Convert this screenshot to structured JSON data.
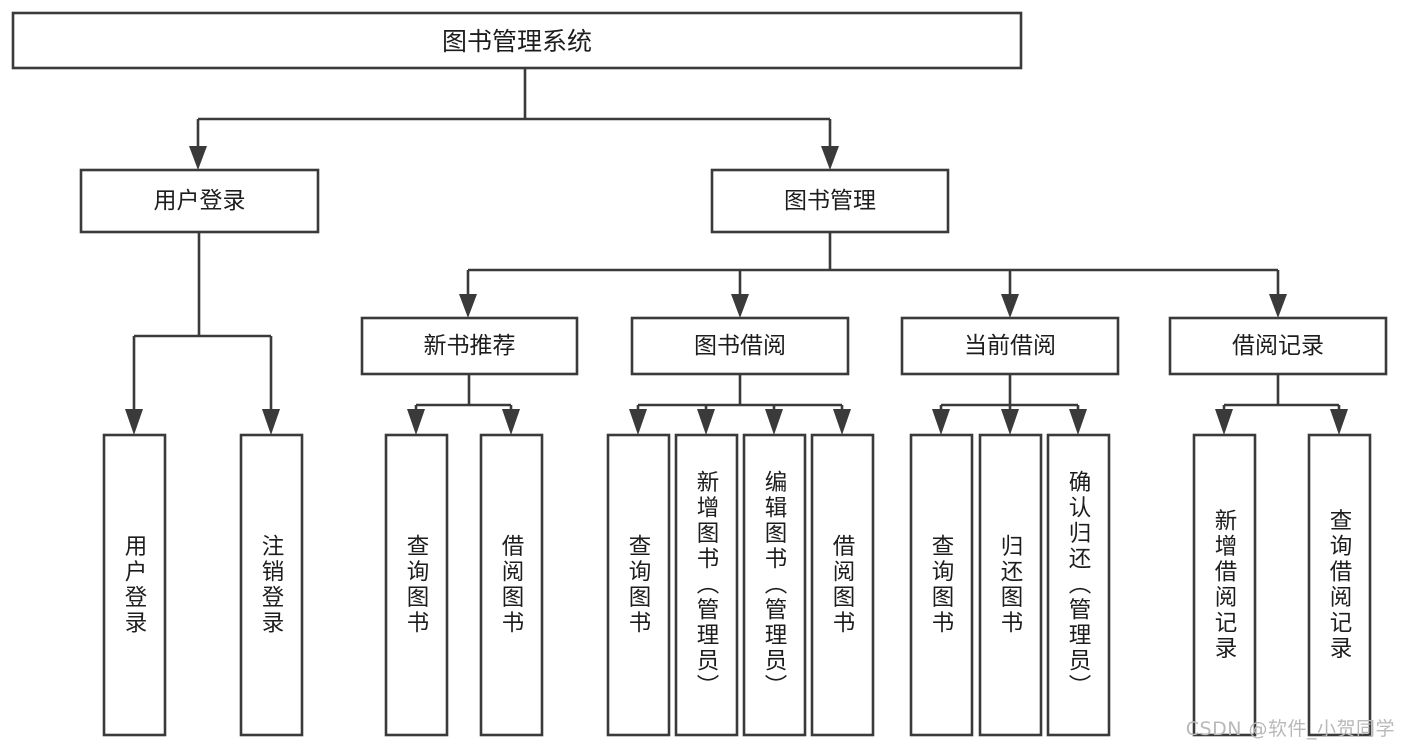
{
  "diagram": {
    "type": "tree-hierarchy",
    "title": "图书管理系统",
    "root": {
      "id": "root",
      "label": "图书管理系统"
    },
    "level2": [
      {
        "id": "user-login",
        "label": "用户登录"
      },
      {
        "id": "book-manage",
        "label": "图书管理"
      }
    ],
    "level3": [
      {
        "id": "new-book-recommend",
        "label": "新书推荐",
        "parent": "book-manage"
      },
      {
        "id": "book-borrow",
        "label": "图书借阅",
        "parent": "book-manage"
      },
      {
        "id": "current-borrow",
        "label": "当前借阅",
        "parent": "book-manage"
      },
      {
        "id": "borrow-record",
        "label": "借阅记录",
        "parent": "book-manage"
      }
    ],
    "leaves": [
      {
        "id": "leaf-user-login",
        "label": "用户登录",
        "parent": "user-login"
      },
      {
        "id": "leaf-logout",
        "label": "注销登录",
        "parent": "user-login"
      },
      {
        "id": "leaf-query-book-1",
        "label": "查询图书",
        "parent": "new-book-recommend"
      },
      {
        "id": "leaf-borrow-book-1",
        "label": "借阅图书",
        "parent": "new-book-recommend"
      },
      {
        "id": "leaf-query-book-2",
        "label": "查询图书",
        "parent": "book-borrow"
      },
      {
        "id": "leaf-add-book",
        "label": "新增图书（管理员）",
        "parent": "book-borrow"
      },
      {
        "id": "leaf-edit-book",
        "label": "编辑图书（管理员）",
        "parent": "book-borrow"
      },
      {
        "id": "leaf-borrow-book-2",
        "label": "借阅图书",
        "parent": "book-borrow"
      },
      {
        "id": "leaf-query-book-3",
        "label": "查询图书",
        "parent": "current-borrow"
      },
      {
        "id": "leaf-return-book",
        "label": "归还图书",
        "parent": "current-borrow"
      },
      {
        "id": "leaf-confirm-return",
        "label": "确认归还（管理员）",
        "parent": "current-borrow"
      },
      {
        "id": "leaf-add-record",
        "label": "新增借阅记录",
        "parent": "borrow-record"
      },
      {
        "id": "leaf-query-record",
        "label": "查询借阅记录",
        "parent": "borrow-record"
      }
    ]
  },
  "colors": {
    "stroke": "#3a3a3a",
    "box_fill": "#ffffff",
    "text": "#1d1d1d",
    "background": "#ffffff",
    "watermark": "#b9b9b9"
  },
  "watermark": {
    "text": "CSDN @软件_小贺同学"
  }
}
